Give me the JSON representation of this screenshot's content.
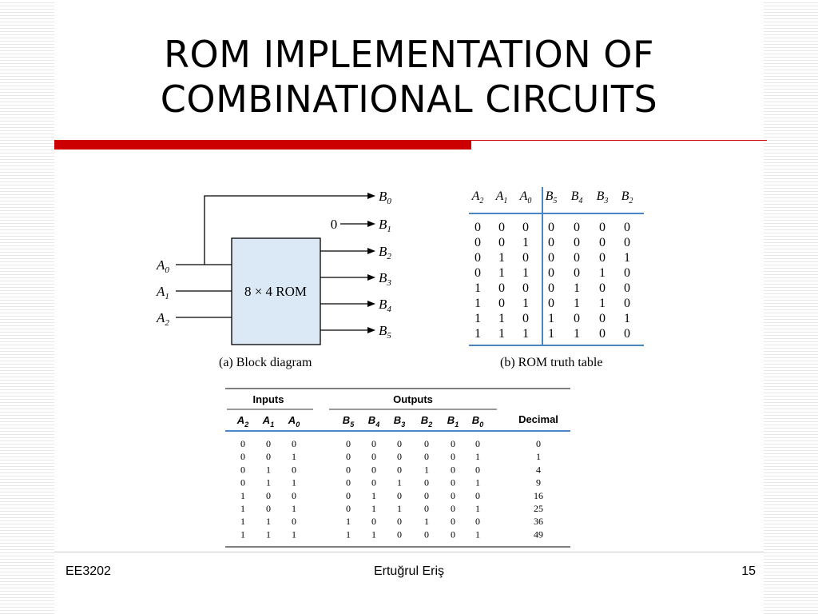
{
  "slide": {
    "title_line1": "ROM IMPLEMENTATION OF",
    "title_line2": "COMBINATIONAL CIRCUITS",
    "footer_left": "EE3202",
    "footer_center": "Ertuğrul Eriş",
    "footer_right": "15"
  },
  "block_diagram": {
    "rom_label": "8 × 4 ROM",
    "caption": "(a) Block diagram",
    "inputs": [
      {
        "n": "A",
        "s": "0"
      },
      {
        "n": "A",
        "s": "1"
      },
      {
        "n": "A",
        "s": "2"
      }
    ],
    "outputs": [
      {
        "n": "B",
        "s": "0"
      },
      {
        "n": "B",
        "s": "1"
      },
      {
        "n": "B",
        "s": "2"
      },
      {
        "n": "B",
        "s": "3"
      },
      {
        "n": "B",
        "s": "4"
      },
      {
        "n": "B",
        "s": "5"
      }
    ],
    "zero_label": "0"
  },
  "rom_table": {
    "caption": "(b) ROM truth table",
    "headers": [
      {
        "n": "A",
        "s": "2"
      },
      {
        "n": "A",
        "s": "1"
      },
      {
        "n": "A",
        "s": "0"
      },
      {
        "n": "B",
        "s": "5"
      },
      {
        "n": "B",
        "s": "4"
      },
      {
        "n": "B",
        "s": "3"
      },
      {
        "n": "B",
        "s": "2"
      }
    ],
    "rows": [
      [
        "0",
        "0",
        "0",
        "0",
        "0",
        "0",
        "0"
      ],
      [
        "0",
        "0",
        "1",
        "0",
        "0",
        "0",
        "0"
      ],
      [
        "0",
        "1",
        "0",
        "0",
        "0",
        "0",
        "1"
      ],
      [
        "0",
        "1",
        "1",
        "0",
        "0",
        "1",
        "0"
      ],
      [
        "1",
        "0",
        "0",
        "0",
        "1",
        "0",
        "0"
      ],
      [
        "1",
        "0",
        "1",
        "0",
        "1",
        "1",
        "0"
      ],
      [
        "1",
        "1",
        "0",
        "1",
        "0",
        "0",
        "1"
      ],
      [
        "1",
        "1",
        "1",
        "1",
        "1",
        "0",
        "0"
      ]
    ]
  },
  "truth_table": {
    "inputs_label": "Inputs",
    "outputs_label": "Outputs",
    "decimal_label": "Decimal",
    "input_headers": [
      {
        "n": "A",
        "s": "2"
      },
      {
        "n": "A",
        "s": "1"
      },
      {
        "n": "A",
        "s": "0"
      }
    ],
    "output_headers": [
      {
        "n": "B",
        "s": "5"
      },
      {
        "n": "B",
        "s": "4"
      },
      {
        "n": "B",
        "s": "3"
      },
      {
        "n": "B",
        "s": "2"
      },
      {
        "n": "B",
        "s": "1"
      },
      {
        "n": "B",
        "s": "0"
      }
    ],
    "rows": [
      {
        "in": [
          "0",
          "0",
          "0"
        ],
        "out": [
          "0",
          "0",
          "0",
          "0",
          "0",
          "0"
        ],
        "dec": "0"
      },
      {
        "in": [
          "0",
          "0",
          "1"
        ],
        "out": [
          "0",
          "0",
          "0",
          "0",
          "0",
          "1"
        ],
        "dec": "1"
      },
      {
        "in": [
          "0",
          "1",
          "0"
        ],
        "out": [
          "0",
          "0",
          "0",
          "1",
          "0",
          "0"
        ],
        "dec": "4"
      },
      {
        "in": [
          "0",
          "1",
          "1"
        ],
        "out": [
          "0",
          "0",
          "1",
          "0",
          "0",
          "1"
        ],
        "dec": "9"
      },
      {
        "in": [
          "1",
          "0",
          "0"
        ],
        "out": [
          "0",
          "1",
          "0",
          "0",
          "0",
          "0"
        ],
        "dec": "16"
      },
      {
        "in": [
          "1",
          "0",
          "1"
        ],
        "out": [
          "0",
          "1",
          "1",
          "0",
          "0",
          "1"
        ],
        "dec": "25"
      },
      {
        "in": [
          "1",
          "1",
          "0"
        ],
        "out": [
          "1",
          "0",
          "0",
          "1",
          "0",
          "0"
        ],
        "dec": "36"
      },
      {
        "in": [
          "1",
          "1",
          "1"
        ],
        "out": [
          "1",
          "1",
          "0",
          "0",
          "0",
          "1"
        ],
        "dec": "49"
      }
    ]
  },
  "colors": {
    "accent_red": "#cc0000",
    "table_blue": "#4a86c5",
    "rom_fill": "#dbe8f5"
  }
}
